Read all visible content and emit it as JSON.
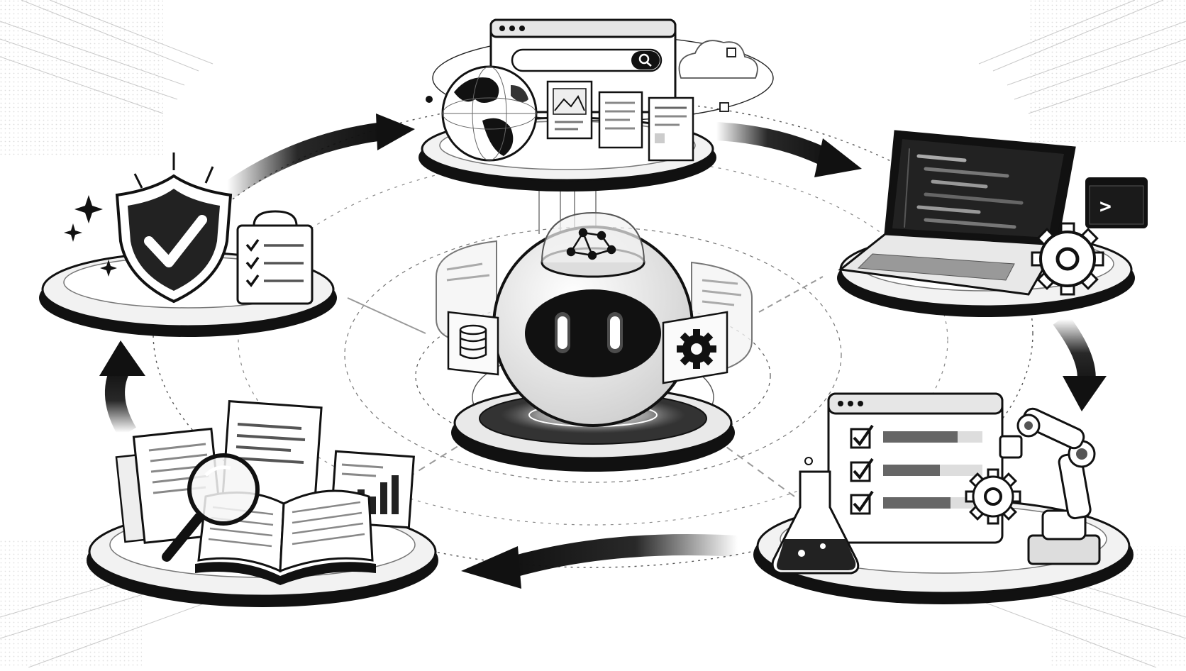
{
  "diagram": {
    "style": "monochrome line-art illustration",
    "palette": {
      "ink": "#111111",
      "paper": "#ffffff",
      "light_gray": "#e9e9e9",
      "mid_gray": "#9a9a9a",
      "dark_gray": "#4a4a4a",
      "glow": "#ffffff"
    },
    "center": {
      "subject": "robot-agent",
      "floating_panels": [
        "database-icon",
        "gear-icon",
        "network-graph-icon"
      ]
    },
    "stations": [
      {
        "id": "web-search",
        "icons": [
          "globe-icon",
          "browser-window-icon",
          "search-icon",
          "cloud-icon",
          "image-card-icon",
          "document-card-icon"
        ]
      },
      {
        "id": "coding",
        "icons": [
          "laptop-icon",
          "code-editor-icon",
          "terminal-prompt-icon",
          "gear-icon"
        ]
      },
      {
        "id": "testing",
        "icons": [
          "browser-window-icon",
          "checkbox-checked-icon",
          "progress-bar-icon",
          "flask-icon",
          "robotic-arm-icon",
          "gear-icon"
        ]
      },
      {
        "id": "research",
        "icons": [
          "open-book-icon",
          "magnifier-icon",
          "document-icon",
          "bar-chart-icon"
        ]
      },
      {
        "id": "verification",
        "icons": [
          "shield-check-icon",
          "checklist-clipboard-icon",
          "sparkle-icon"
        ]
      }
    ],
    "flow": {
      "direction": "clockwise",
      "steps": [
        "verification-to-web-search",
        "web-search-to-coding",
        "coding-to-testing",
        "testing-to-research",
        "research-to-verification"
      ]
    },
    "visible_text": {
      "terminal_prompt": ">"
    }
  }
}
